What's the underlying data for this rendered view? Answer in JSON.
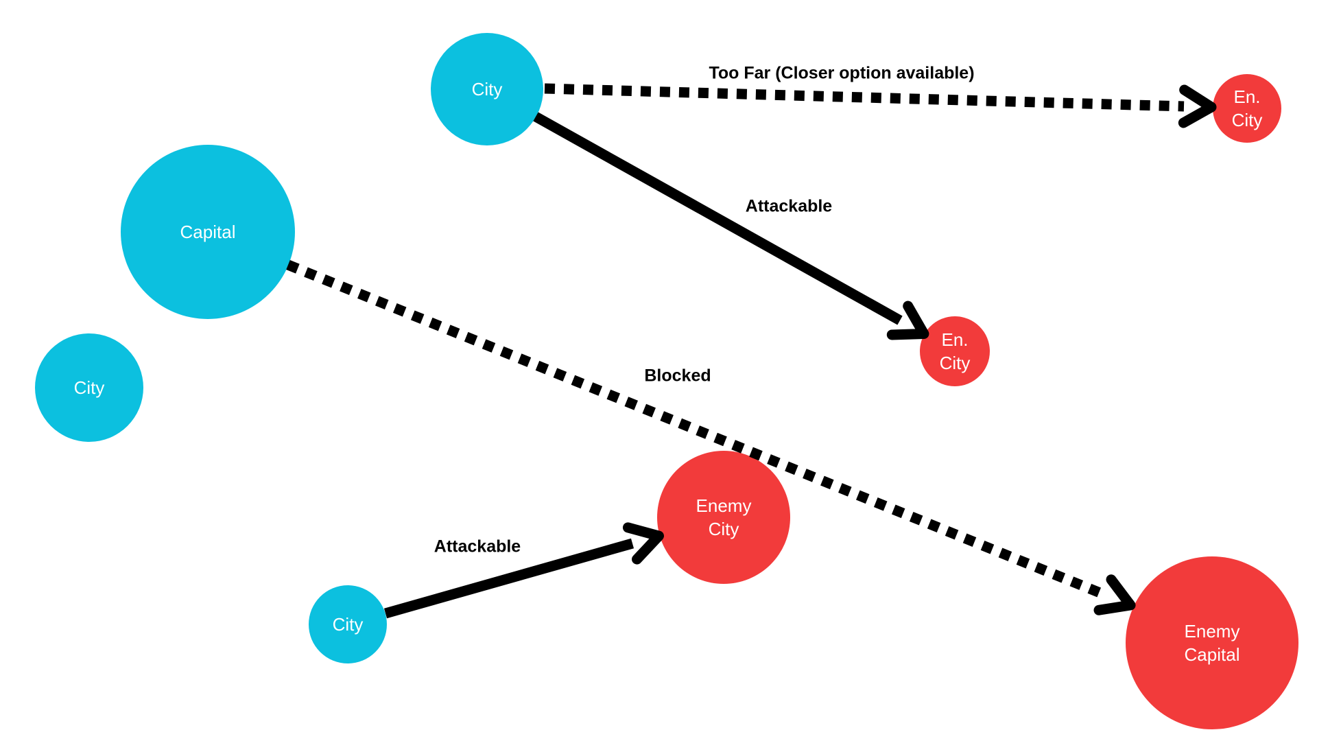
{
  "diagram": {
    "nodes": [
      {
        "id": "city-top",
        "label": "City",
        "faction": "friendly"
      },
      {
        "id": "enemy-city-top-right",
        "label": "En.\nCity",
        "faction": "enemy"
      },
      {
        "id": "capital",
        "label": "Capital",
        "faction": "friendly"
      },
      {
        "id": "city-left",
        "label": "City",
        "faction": "friendly"
      },
      {
        "id": "enemy-city-mid",
        "label": "En.\nCity",
        "faction": "enemy"
      },
      {
        "id": "enemy-city",
        "label": "Enemy\nCity",
        "faction": "enemy"
      },
      {
        "id": "city-bottom",
        "label": "City",
        "faction": "friendly"
      },
      {
        "id": "enemy-capital",
        "label": "Enemy\nCapital",
        "faction": "enemy"
      }
    ],
    "edges": [
      {
        "id": "too-far",
        "label": "Too Far (Closer option available)",
        "style": "dotted",
        "from": "city-top",
        "to": "enemy-city-top-right"
      },
      {
        "id": "attackable-top",
        "label": "Attackable",
        "style": "solid",
        "from": "city-top",
        "to": "enemy-city-mid"
      },
      {
        "id": "blocked",
        "label": "Blocked",
        "style": "dotted",
        "from": "capital",
        "to": "enemy-capital"
      },
      {
        "id": "attackable-bottom",
        "label": "Attackable",
        "style": "solid",
        "from": "city-bottom",
        "to": "enemy-city"
      }
    ],
    "colors": {
      "friendly_fill": "#0CC0DF",
      "enemy_fill": "#F23B3B",
      "arrow": "#000000",
      "label_text": "#000000",
      "node_text": "#FFFFFF",
      "background": "#FFFFFF"
    }
  }
}
